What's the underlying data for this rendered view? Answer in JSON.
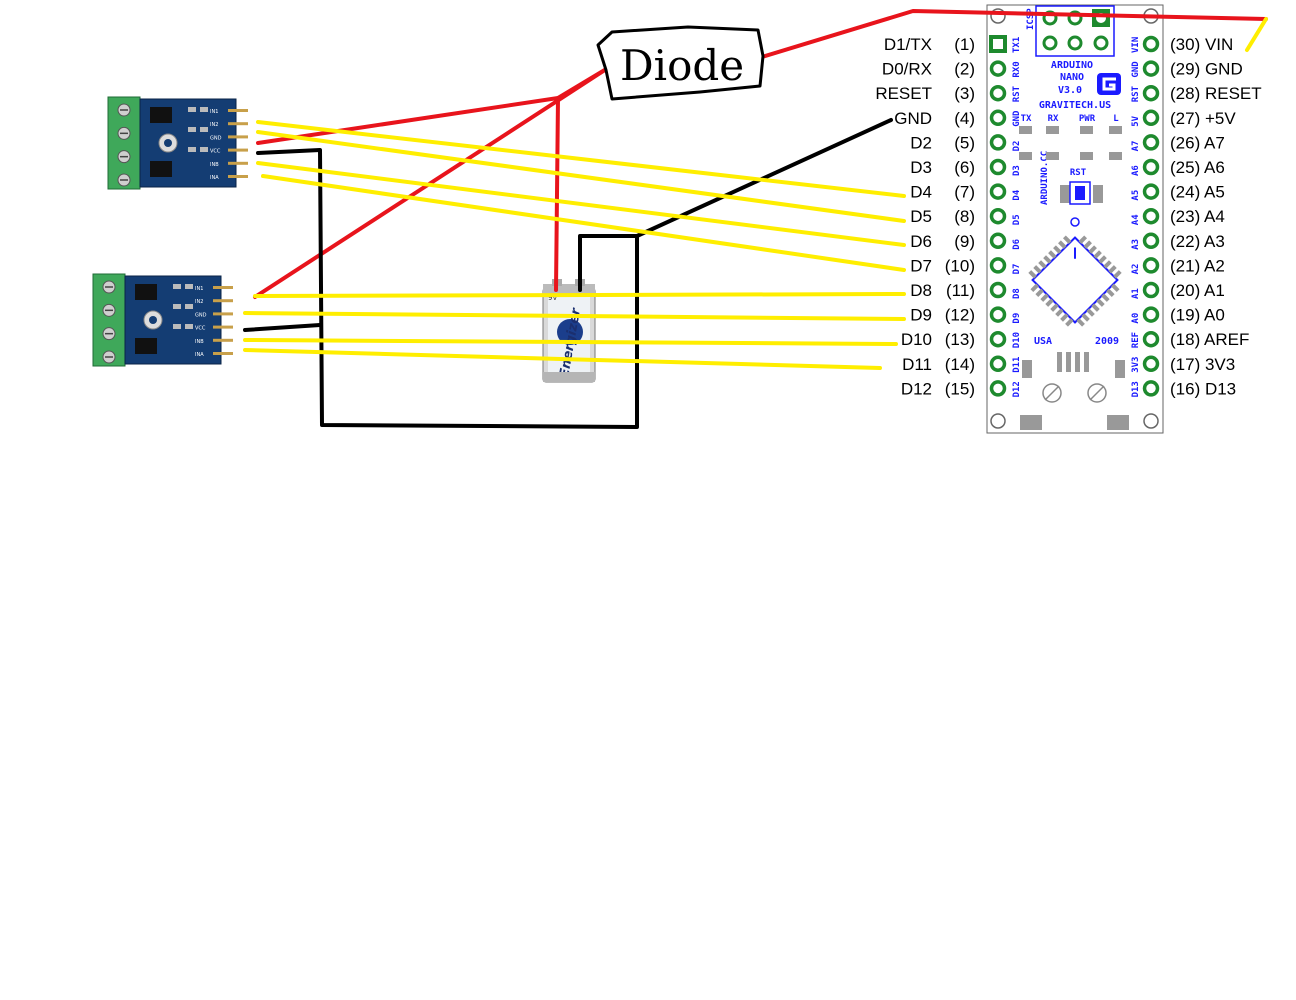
{
  "diode": {
    "label": "Diode"
  },
  "battery": {
    "brand": "Energizer",
    "voltage_mark": "9V"
  },
  "driver_module_labels": [
    "IN1",
    "IN2",
    "GND",
    "VCC",
    "INB",
    "INA"
  ],
  "arduino": {
    "silk": {
      "title_line1": "ARDUINO",
      "title_line2": "NANO",
      "title_line3": "V3.0",
      "site": "GRAVITECH.US",
      "site2": "ARDUINO.CC",
      "country": "USA",
      "year": "2009",
      "icsp": "ICSP",
      "rst": "RST",
      "leds": [
        "TX",
        "RX",
        "PWR",
        "L"
      ]
    },
    "left_silk": [
      "TX1",
      "RX0",
      "RST",
      "GND",
      "D2",
      "D3",
      "D4",
      "D5",
      "D6",
      "D7",
      "D8",
      "D9",
      "D10",
      "D11",
      "D12"
    ],
    "right_silk": [
      "VIN",
      "GND",
      "RST",
      "5V",
      "A7",
      "A6",
      "A5",
      "A4",
      "A3",
      "A2",
      "A1",
      "A0",
      "REF",
      "3V3",
      "D13"
    ],
    "left_pins": [
      {
        "name": "D1/TX",
        "num": "(1)"
      },
      {
        "name": "D0/RX",
        "num": "(2)"
      },
      {
        "name": "RESET",
        "num": "(3)"
      },
      {
        "name": "GND",
        "num": "(4)"
      },
      {
        "name": "D2",
        "num": "(5)"
      },
      {
        "name": "D3",
        "num": "(6)"
      },
      {
        "name": "D4",
        "num": "(7)"
      },
      {
        "name": "D5",
        "num": "(8)"
      },
      {
        "name": "D6",
        "num": "(9)"
      },
      {
        "name": "D7",
        "num": "(10)"
      },
      {
        "name": "D8",
        "num": "(11)"
      },
      {
        "name": "D9",
        "num": "(12)"
      },
      {
        "name": "D10",
        "num": "(13)"
      },
      {
        "name": "D11",
        "num": "(14)"
      },
      {
        "name": "D12",
        "num": "(15)"
      }
    ],
    "right_pins": [
      "(30) VIN",
      "(29) GND",
      "(28) RESET",
      "(27) +5V",
      "(26) A7",
      "(25) A6",
      "(24) A5",
      "(23) A4",
      "(22) A3",
      "(21) A2",
      "(20) A1",
      "(19) A0",
      "(18) AREF",
      "(17) 3V3",
      "(16) D13"
    ]
  },
  "colors": {
    "power_wire": "#e8141c",
    "ground_wire": "#000000",
    "signal_wire": "#ffee00",
    "board_silk": "#1a1aff",
    "pad_green": "#1e8a2e",
    "module_pcb": "#143d73",
    "terminal_block": "#3fa85a"
  }
}
